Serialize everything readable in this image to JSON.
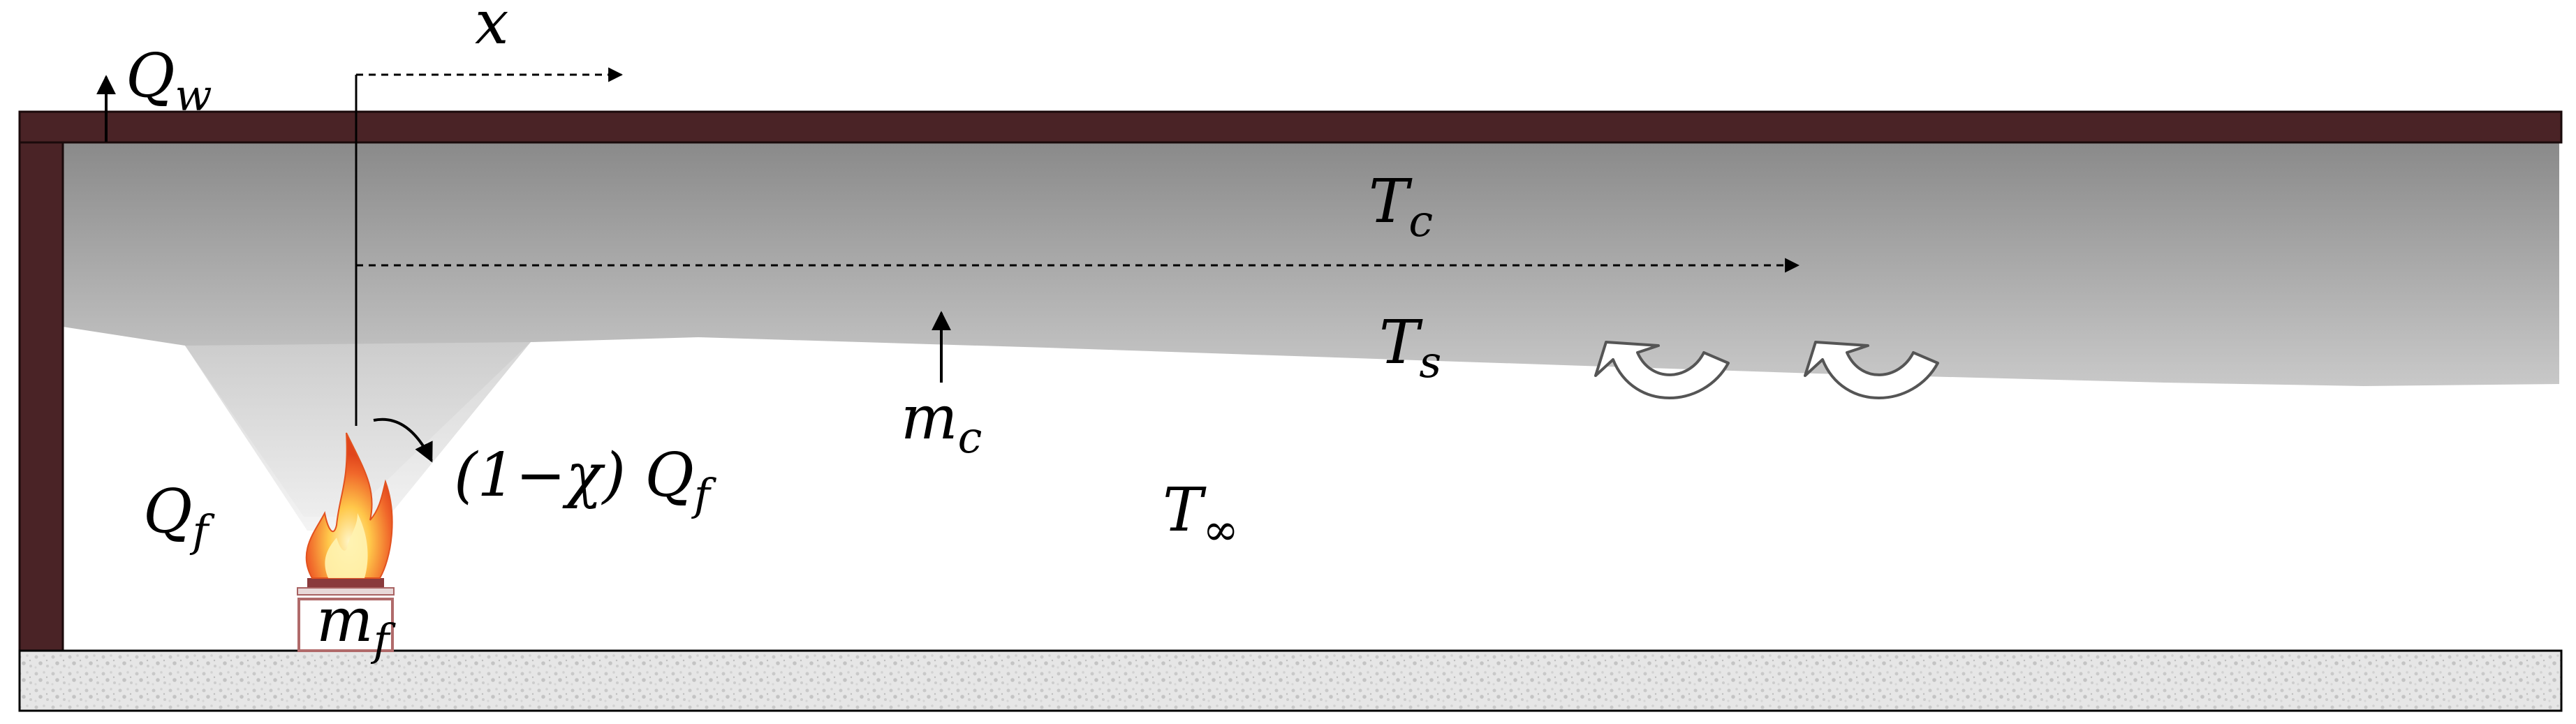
{
  "labels": {
    "heat_loss_wall": {
      "main": "Q",
      "sub": "w"
    },
    "x_axis": "x",
    "ceiling_temp": {
      "main": "T",
      "sub": "c"
    },
    "smoke_temp": {
      "main": "T",
      "sub": "s"
    },
    "mass_flow_ceiling": {
      "main": "m",
      "sub": "c"
    },
    "ambient_temp": {
      "main": "T",
      "sub": "∞"
    },
    "fire_heat": {
      "main": "Q",
      "sub": "f"
    },
    "convective_heat": {
      "prefix": "(1−χ) ",
      "main": "Q",
      "sub": "f"
    },
    "fuel_mass": {
      "main": "m",
      "sub": "f"
    }
  },
  "colors": {
    "ceiling": "#4a2326",
    "smoke_dark": "#8c8c8c",
    "smoke_light": "#d8d8d8",
    "floor": "#e4e4e4"
  }
}
